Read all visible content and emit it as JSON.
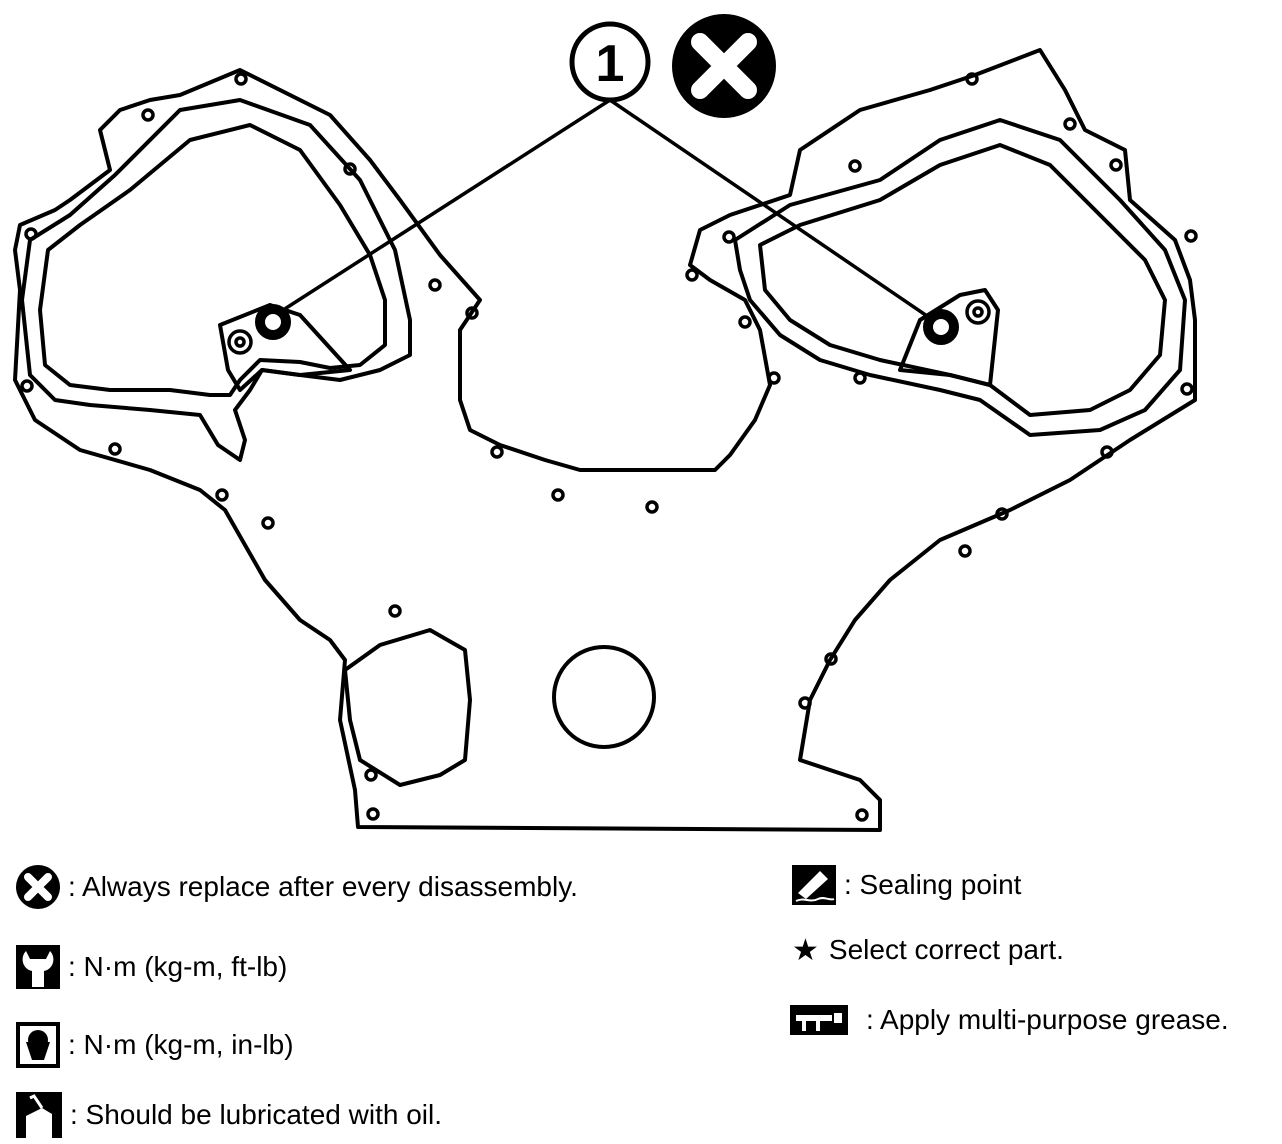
{
  "diagram": {
    "callout_number": "1",
    "colors": {
      "line": "#000000",
      "background": "#ffffff"
    },
    "icons": [
      "replace-x-icon",
      "torque-wrench-icon",
      "torque-wrench-small-icon",
      "oil-can-icon",
      "sealant-tube-icon",
      "star-icon",
      "grease-gun-icon"
    ]
  },
  "legend": {
    "always_replace": ": Always replace after every disassembly.",
    "torque_ftlb": ": N·m (kg-m, ft-lb)",
    "torque_inlb": ": N·m (kg-m, in-lb)",
    "lubricate_oil": ": Should be lubricated with oil.",
    "sealing_point": ": Sealing point",
    "select_part": "Select correct part.",
    "multi_purpose_grease": ": Apply multi-purpose grease."
  }
}
